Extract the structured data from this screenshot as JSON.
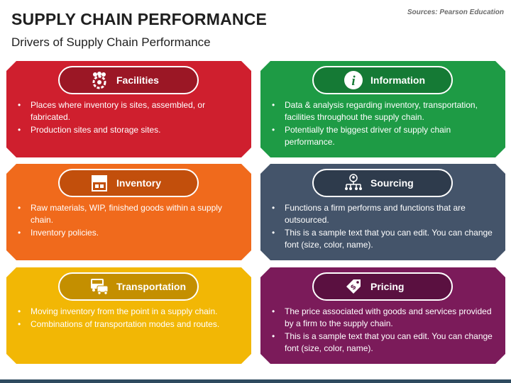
{
  "header": {
    "title": "SUPPLY CHAIN PERFORMANCE",
    "subtitle": "Drivers of Supply Chain Performance",
    "source": "Sources: Pearson Education"
  },
  "cards": [
    {
      "label": "Facilities",
      "icon": "gear-people-icon",
      "color": "#cf1f2e",
      "pill_color": "#9b1725",
      "bullets": [
        "Places where inventory is sites, assembled, or fabricated.",
        "Production sites and storage sites."
      ]
    },
    {
      "label": "Information",
      "icon": "info-icon",
      "color": "#1e9b45",
      "pill_color": "#157a35",
      "bullets": [
        "Data & analysis regarding inventory, transportation, facilities throughout the supply chain.",
        "Potentially the biggest driver of supply chain performance."
      ]
    },
    {
      "label": "Inventory",
      "icon": "storefront-icon",
      "color": "#f06a1c",
      "pill_color": "#c24f0c",
      "bullets": [
        "Raw materials, WIP, finished goods within a supply chain.",
        "Inventory policies."
      ]
    },
    {
      "label": "Sourcing",
      "icon": "org-chart-icon",
      "color": "#44546a",
      "pill_color": "#2e3b4c",
      "bullets": [
        "Functions a firm performs and functions that are outsourced.",
        "This is a sample text that you can edit. You can change font (size, color, name)."
      ]
    },
    {
      "label": "Transportation",
      "icon": "vehicles-icon",
      "color": "#f2b705",
      "pill_color": "#c48f00",
      "bullets": [
        "Moving inventory from the point in a supply chain.",
        "Combinations of transportation modes and routes."
      ]
    },
    {
      "label": "Pricing",
      "icon": "price-tag-icon",
      "color": "#7b1b5a",
      "pill_color": "#5a1040",
      "bullets": [
        "The price associated with goods and services provided by a firm to the supply chain.",
        "This is a sample text that you can edit. You can change font (size, color, name)."
      ]
    }
  ]
}
